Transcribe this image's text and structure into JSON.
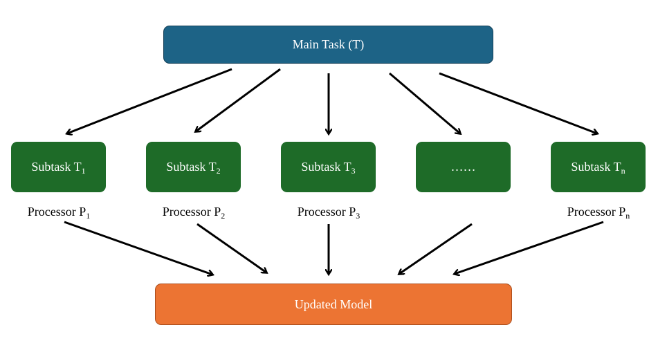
{
  "main_task": {
    "label": "Main Task (T)"
  },
  "subtasks": [
    {
      "label": "Subtask T",
      "sub": "1",
      "processor": "Processor P",
      "processor_sub": "1"
    },
    {
      "label": "Subtask T",
      "sub": "2",
      "processor": "Processor P",
      "processor_sub": "2"
    },
    {
      "label": "Subtask T",
      "sub": "3",
      "processor": "Processor P",
      "processor_sub": "3"
    },
    {
      "label": "……",
      "sub": "",
      "processor": "",
      "processor_sub": ""
    },
    {
      "label": "Subtask T",
      "sub": "n",
      "processor": "Processor P",
      "processor_sub": "n"
    }
  ],
  "result": {
    "label": "Updated Model"
  },
  "colors": {
    "main": "#1d6386",
    "subtask": "#1e6b28",
    "result": "#ec7433",
    "arrow": "#000000"
  }
}
